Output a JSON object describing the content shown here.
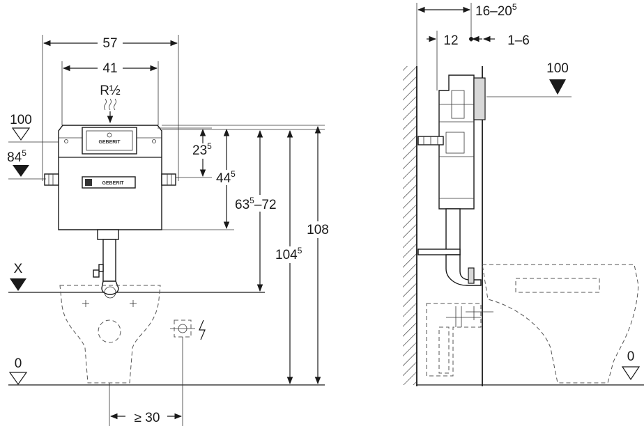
{
  "front_view": {
    "width_outer": "57",
    "width_inner": "41",
    "water_inlet": "R½",
    "ref_top": "100",
    "ref_side_main": "84",
    "ref_side_sup": "5",
    "h1_main": "23",
    "h1_sup": "5",
    "h2_main": "44",
    "h2_sup": "5",
    "h3_a": "63",
    "h3_b": "5",
    "h3_c": "–72",
    "h4_main": "104",
    "h4_sup": "5",
    "h5": "108",
    "ref_x": "X",
    "ref_floor": "0",
    "offset": "≥ 30",
    "brand": "GEBERIT"
  },
  "side_view": {
    "depth_a": "16–20",
    "depth_sup": "5",
    "depth_b": "12",
    "depth_c": "1–6",
    "ref_top": "100",
    "ref_floor": "0"
  }
}
